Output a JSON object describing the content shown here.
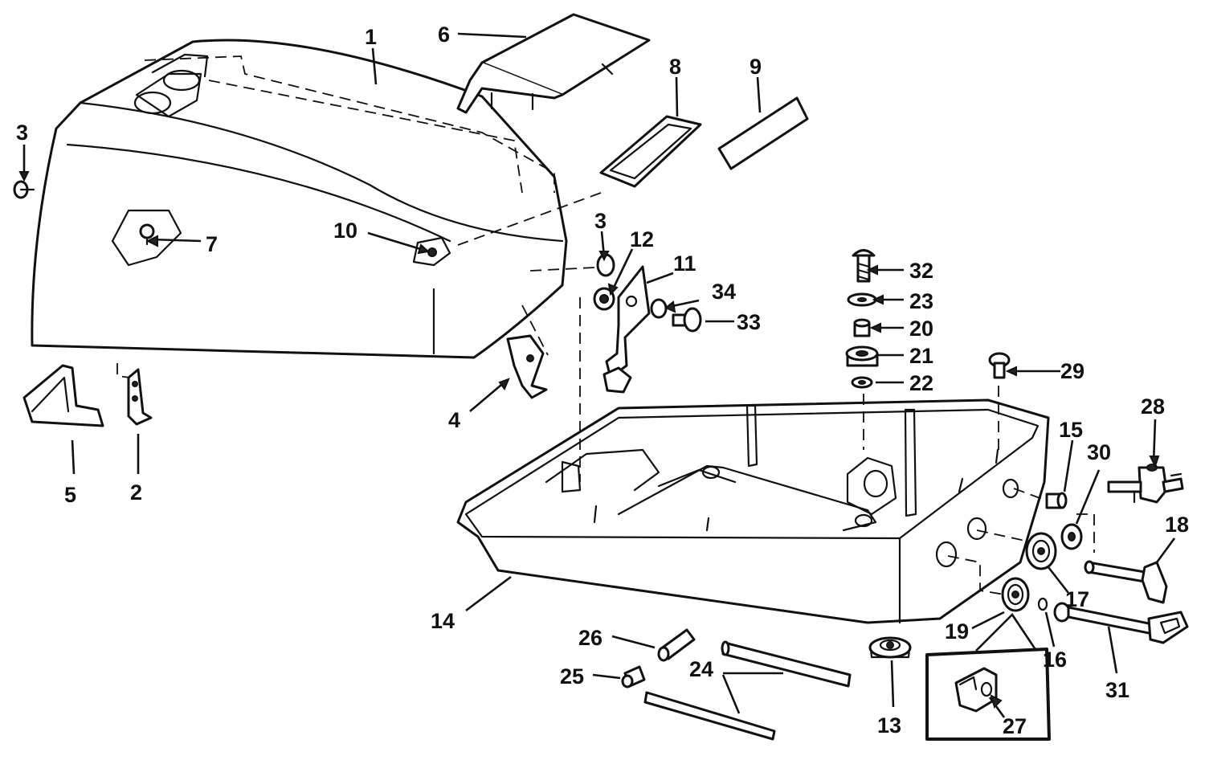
{
  "callouts": [
    {
      "id": "1",
      "text": "1"
    },
    {
      "id": "2",
      "text": "2"
    },
    {
      "id": "3a",
      "text": "3"
    },
    {
      "id": "3b",
      "text": "3"
    },
    {
      "id": "4",
      "text": "4"
    },
    {
      "id": "5",
      "text": "5"
    },
    {
      "id": "6",
      "text": "6"
    },
    {
      "id": "7",
      "text": "7"
    },
    {
      "id": "8",
      "text": "8"
    },
    {
      "id": "9",
      "text": "9"
    },
    {
      "id": "10",
      "text": "10"
    },
    {
      "id": "11",
      "text": "11"
    },
    {
      "id": "12",
      "text": "12"
    },
    {
      "id": "13",
      "text": "13"
    },
    {
      "id": "14",
      "text": "14"
    },
    {
      "id": "15",
      "text": "15"
    },
    {
      "id": "16",
      "text": "16"
    },
    {
      "id": "17",
      "text": "17"
    },
    {
      "id": "18",
      "text": "18"
    },
    {
      "id": "19",
      "text": "19"
    },
    {
      "id": "20",
      "text": "20"
    },
    {
      "id": "21",
      "text": "21"
    },
    {
      "id": "22",
      "text": "22"
    },
    {
      "id": "23",
      "text": "23"
    },
    {
      "id": "24",
      "text": "24"
    },
    {
      "id": "25",
      "text": "25"
    },
    {
      "id": "26",
      "text": "26"
    },
    {
      "id": "27",
      "text": "27"
    },
    {
      "id": "28",
      "text": "28"
    },
    {
      "id": "29",
      "text": "29"
    },
    {
      "id": "30",
      "text": "30"
    },
    {
      "id": "31",
      "text": "31"
    },
    {
      "id": "32",
      "text": "32"
    },
    {
      "id": "33",
      "text": "33"
    },
    {
      "id": "34",
      "text": "34"
    }
  ]
}
